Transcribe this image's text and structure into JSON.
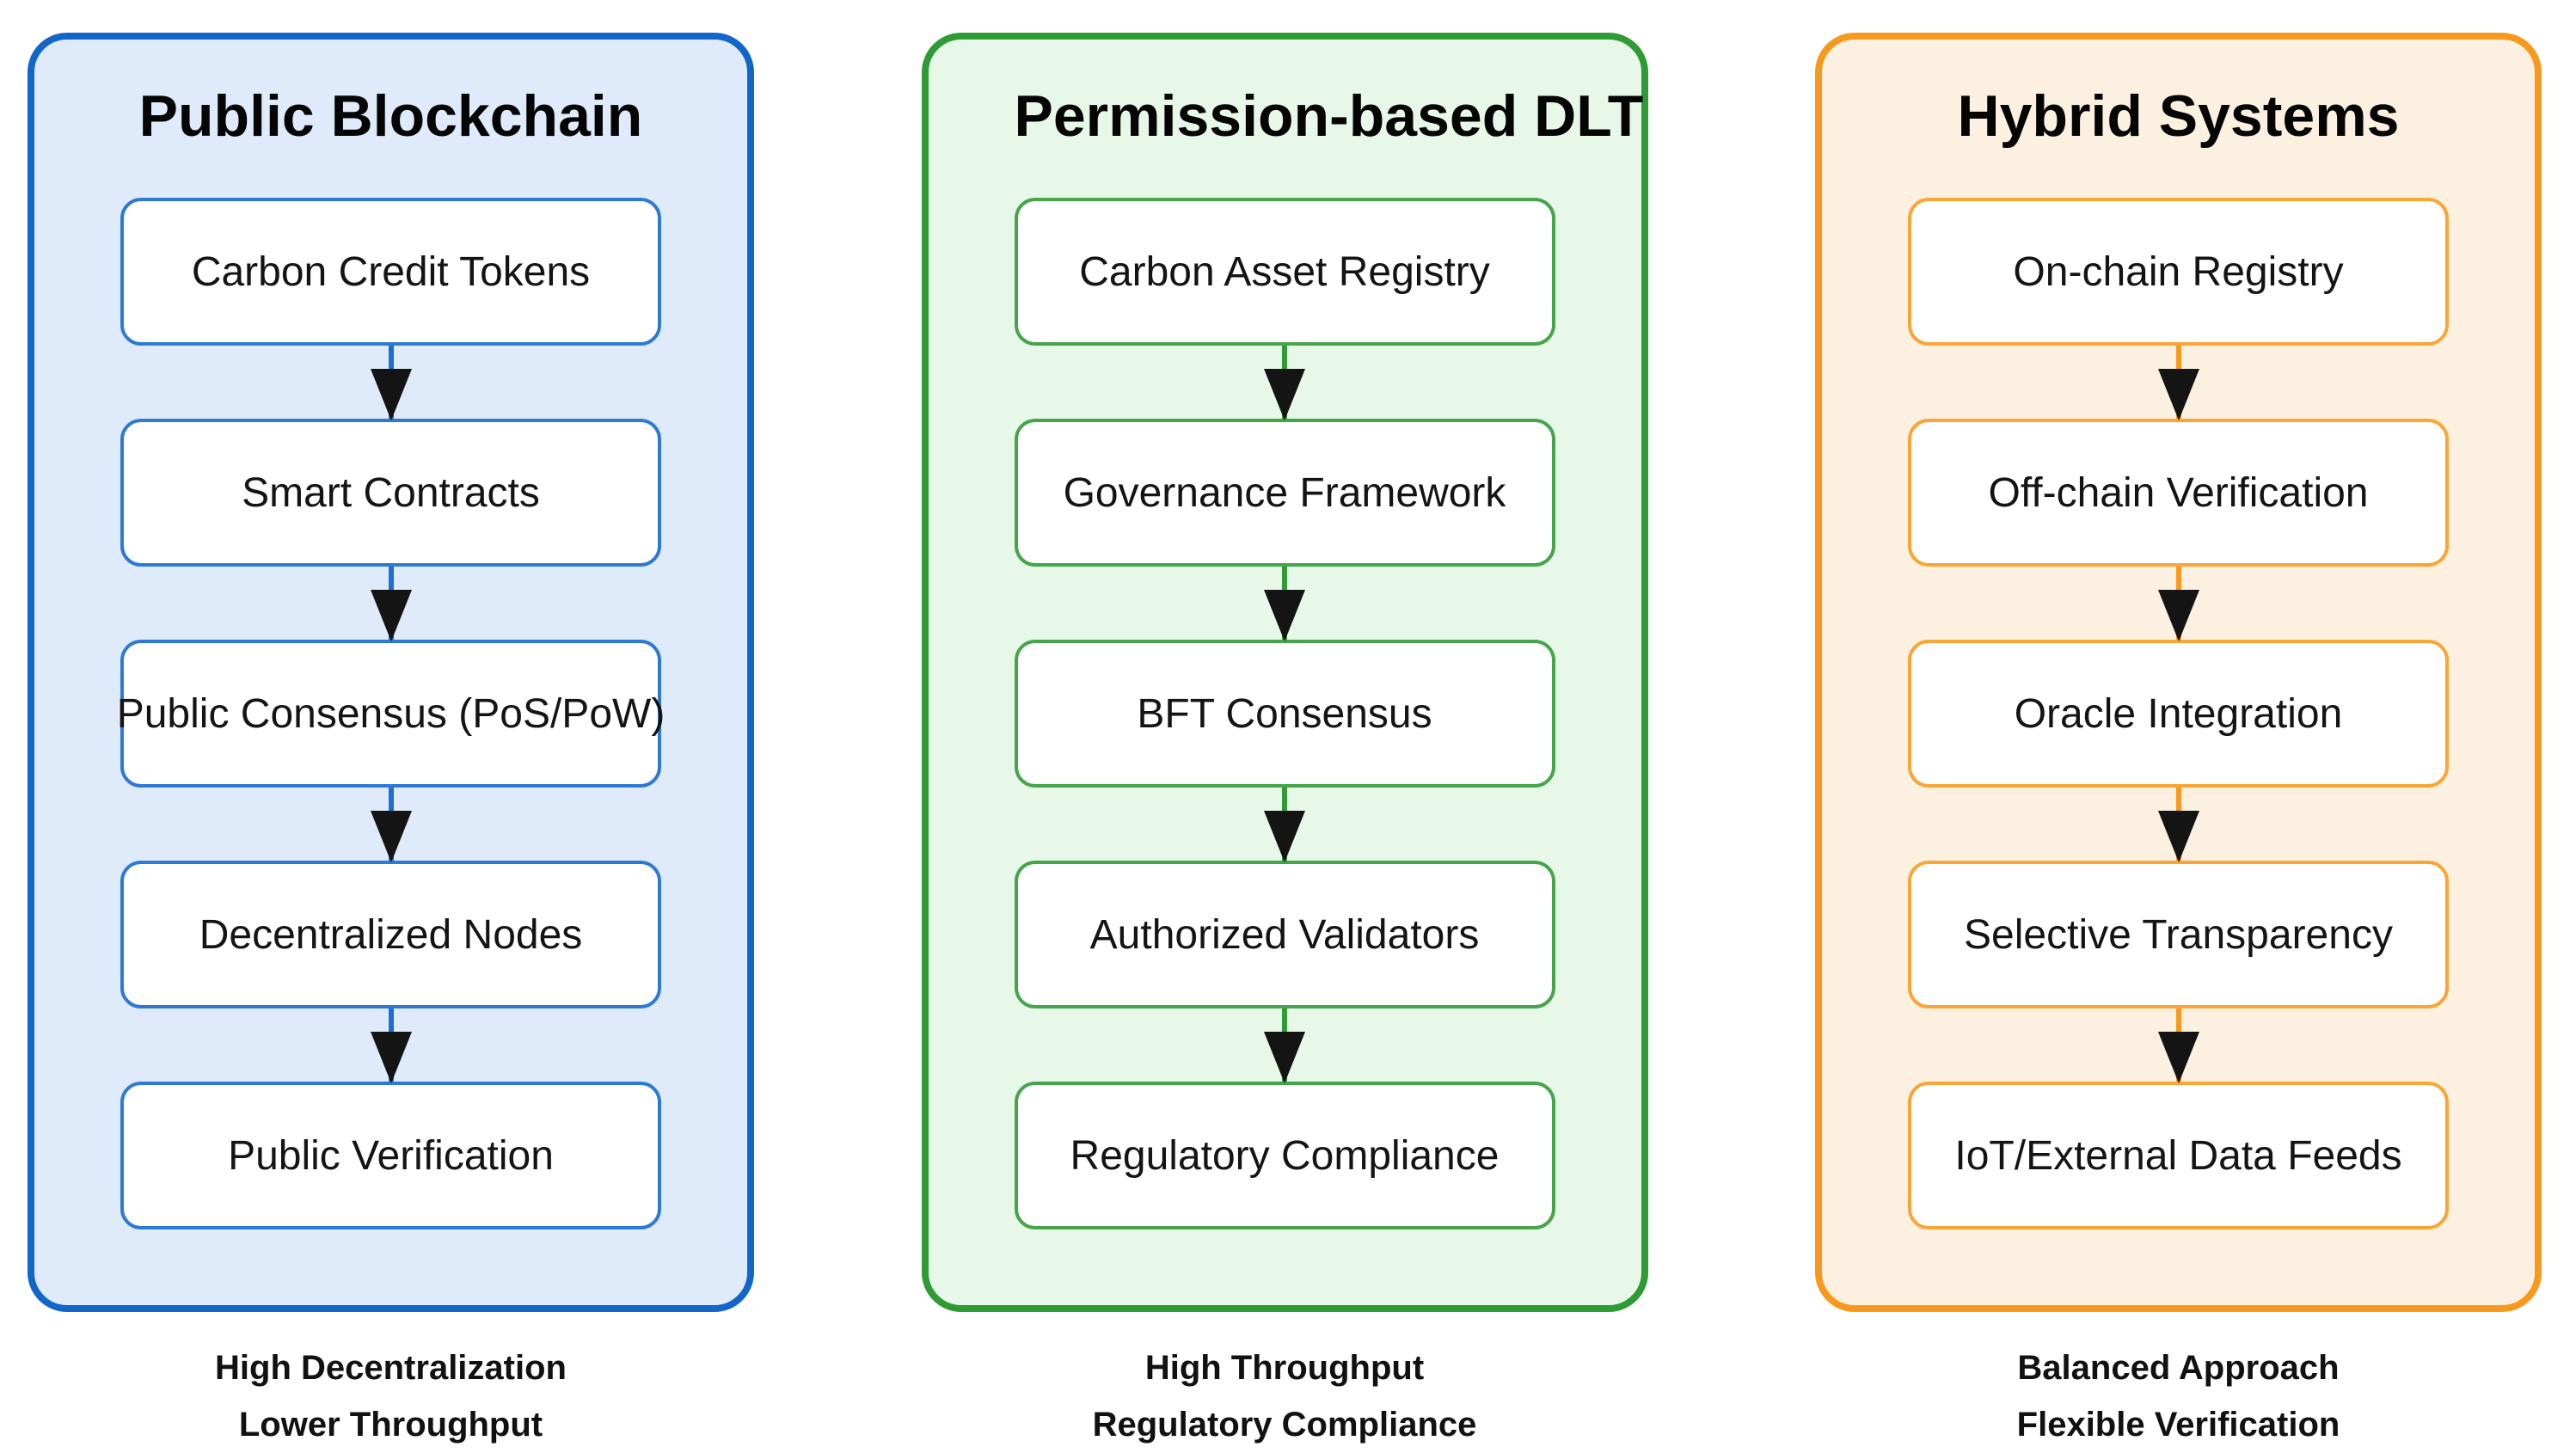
{
  "diagram": {
    "background": "#ffffff",
    "arrowhead_color": "#141414",
    "columns": [
      {
        "id": "public-blockchain",
        "title": "Public Blockchain",
        "nodes": [
          "Carbon Credit Tokens",
          "Smart Contracts",
          "Public Consensus (PoS/PoW)",
          "Decentralized Nodes",
          "Public Verification"
        ],
        "caption": [
          "High Decentralization",
          "Lower Throughput"
        ],
        "colors": {
          "outer_border": "#1366c9",
          "node_border": "#2d7ad5",
          "fill": "#dfeafa",
          "line": "#1d70d2"
        }
      },
      {
        "id": "permission-based-dlt",
        "title": "Permission-based DLT",
        "nodes": [
          "Carbon Asset Registry",
          "Governance Framework",
          "BFT Consensus",
          "Authorized Validators",
          "Regulatory Compliance"
        ],
        "caption": [
          "High Throughput",
          "Regulatory Compliance"
        ],
        "colors": {
          "outer_border": "#2f9b35",
          "node_border": "#46a44b",
          "fill": "#e8f8e8",
          "line": "#2f9b35"
        }
      },
      {
        "id": "hybrid-systems",
        "title": "Hybrid Systems",
        "nodes": [
          "On-chain Registry",
          "Off-chain Verification",
          "Oracle Integration",
          "Selective Transparency",
          "IoT/External Data Feeds"
        ],
        "caption": [
          "Balanced Approach",
          "Flexible Verification"
        ],
        "colors": {
          "outer_border": "#f8991d",
          "node_border": "#f9a637",
          "fill": "#fcf1e0",
          "line": "#f8991d"
        }
      }
    ]
  }
}
